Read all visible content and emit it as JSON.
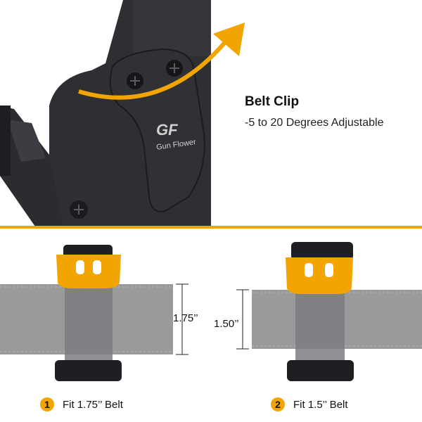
{
  "belt_clip": {
    "title": "Belt Clip",
    "subtitle": "-5 to 20 Degrees Adjustable"
  },
  "brand": {
    "logo_text": "GF",
    "name": "Gun Flower"
  },
  "belts": [
    {
      "number": "1",
      "height_label": "1.75’’",
      "caption": "Fit 1.75’’ Belt"
    },
    {
      "number": "2",
      "height_label": "1.50’’",
      "caption": "Fit 1.5’’ Belt"
    }
  ],
  "colors": {
    "accent": "#f2a500",
    "holster": "#2b2d30",
    "belt": "#9a9a9a"
  }
}
